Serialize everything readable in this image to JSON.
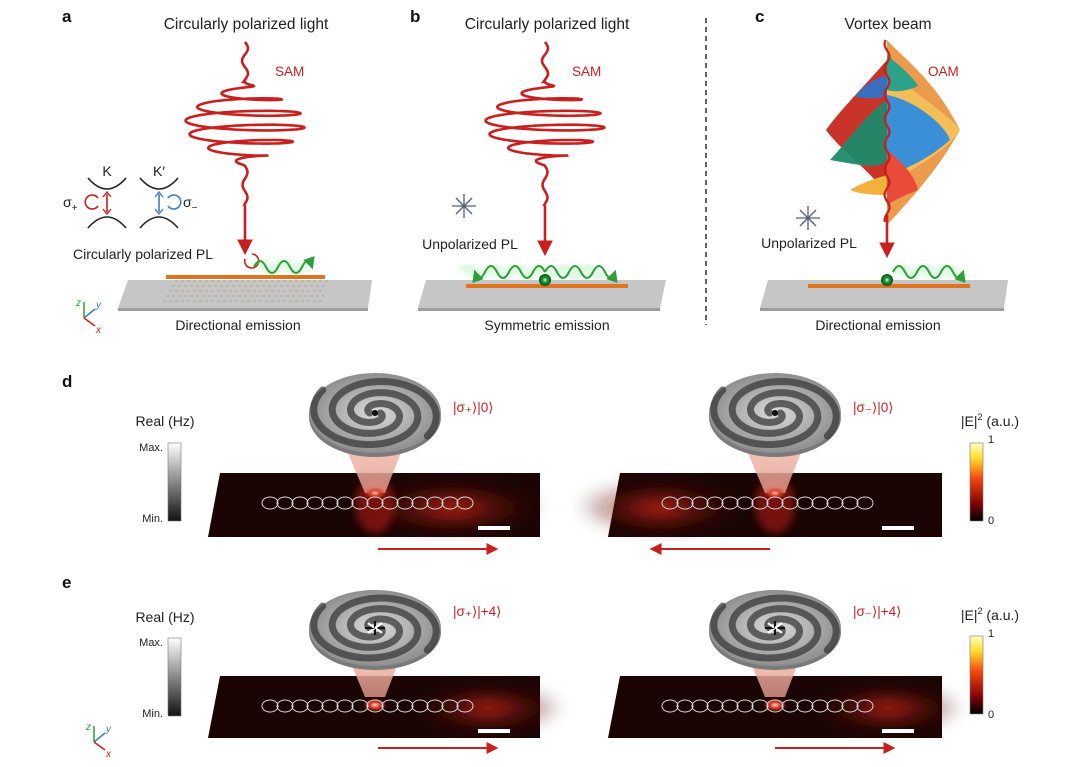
{
  "panel_a": {
    "label": "a",
    "title": "Circularly polarized light",
    "sam": "SAM",
    "valley_k": "K",
    "valley_k_prime": "K′",
    "sigma_plus": "σ",
    "sigma_plus_sub": "+",
    "sigma_minus": "σ",
    "sigma_minus_sub": "−",
    "pl_label": "Circularly polarized PL",
    "caption": "Directional emission"
  },
  "panel_b": {
    "label": "b",
    "title": "Circularly polarized light",
    "sam": "SAM",
    "pl_label": "Unpolarized PL",
    "caption": "Symmetric emission"
  },
  "panel_c": {
    "label": "c",
    "title": "Vortex beam",
    "oam": "OAM",
    "pl_label": "Unpolarized PL",
    "caption": "Directional emission"
  },
  "panel_d": {
    "label": "d",
    "real_label": "Real (Hz)",
    "real_max": "Max.",
    "real_min": "Min.",
    "state_left": "|σ₊⟩|0⟩",
    "state_right": "|σ₋⟩|0⟩",
    "field_label": "|E|",
    "field_sup": "2",
    "field_unit": " (a.u.)",
    "cbar_max": "1",
    "cbar_min": "0"
  },
  "panel_e": {
    "label": "e",
    "real_label": "Real (Hz)",
    "real_max": "Max.",
    "real_min": "Min.",
    "state_left": "|σ₊⟩|+4⟩",
    "state_right": "|σ₋⟩|+4⟩",
    "field_label": "|E|",
    "field_sup": "2",
    "field_unit": " (a.u.)",
    "cbar_max": "1",
    "cbar_min": "0"
  },
  "axes": {
    "z": "z",
    "y": "y",
    "x": "x"
  },
  "colors": {
    "light": "#c8201e",
    "emission": "#2e9e3a",
    "waveguide": "#e0741e",
    "substrate": "#c6c6c6",
    "field_dark": "#1a0504"
  }
}
